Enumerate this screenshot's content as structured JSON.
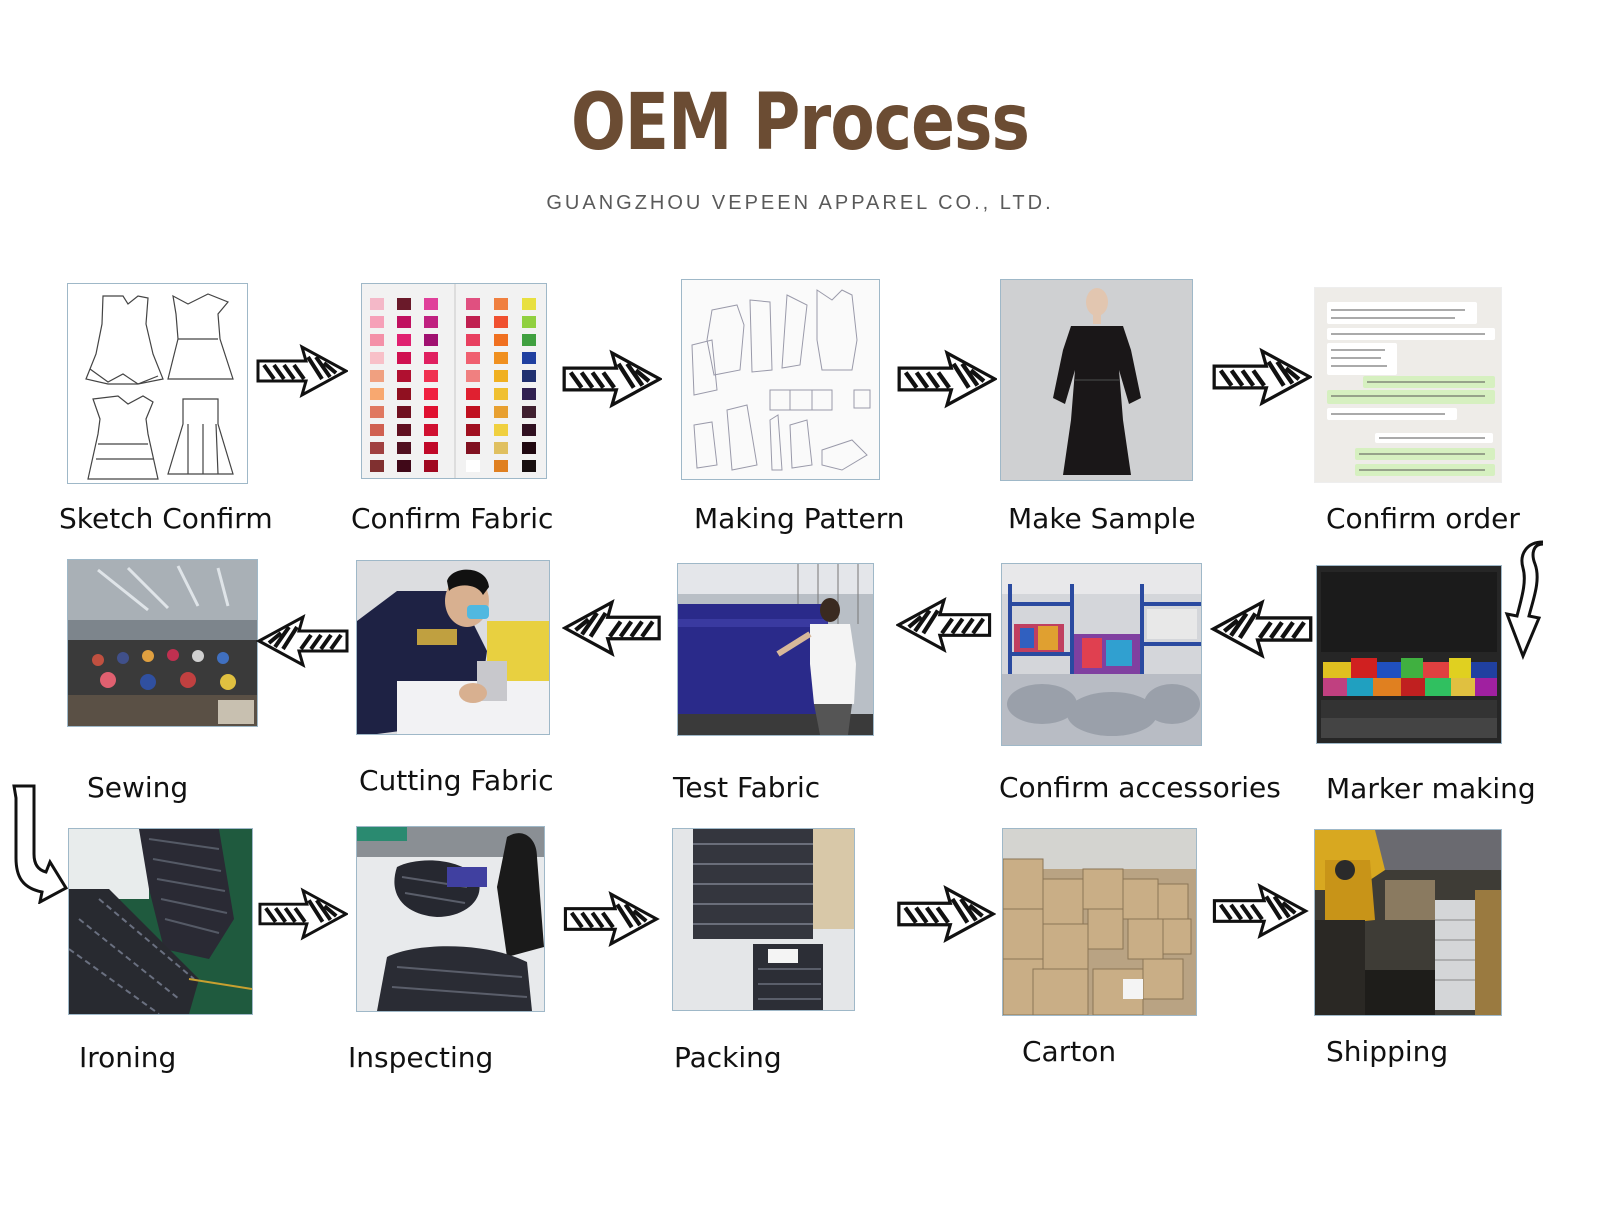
{
  "header": {
    "title": "OEM Process",
    "subtitle": "GUANGZHOU VEPEEN APPAREL CO., LTD."
  },
  "steps": [
    {
      "label": "Sketch Confirm"
    },
    {
      "label": "Confirm Fabric"
    },
    {
      "label": "Making Pattern"
    },
    {
      "label": "Make Sample"
    },
    {
      "label": "Confirm order"
    },
    {
      "label": "Marker making"
    },
    {
      "label": "Confirm accessories"
    },
    {
      "label": "Test Fabric"
    },
    {
      "label": "Cutting Fabric"
    },
    {
      "label": "Sewing"
    },
    {
      "label": "Ironing"
    },
    {
      "label": "Inspecting"
    },
    {
      "label": "Packing"
    },
    {
      "label": "Carton"
    },
    {
      "label": "Shipping"
    }
  ],
  "colors": {
    "title": "#6b4c33",
    "subtitle": "#5a5a5a",
    "label": "#111111",
    "arrow": "#111111"
  }
}
